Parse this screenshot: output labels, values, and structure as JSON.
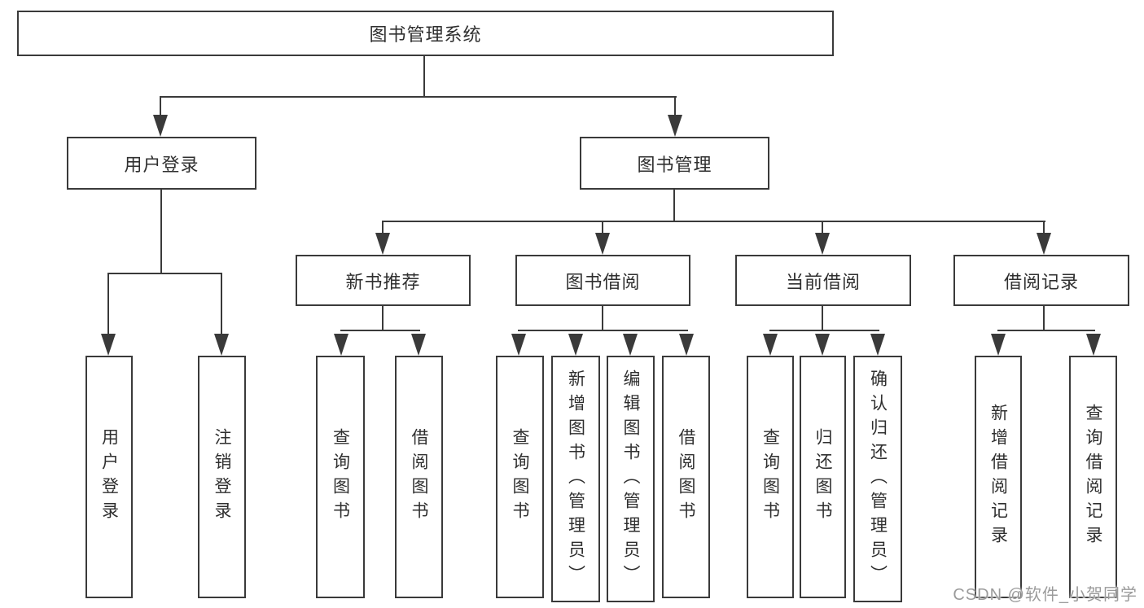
{
  "diagram": {
    "title": {
      "label": "图书管理系统"
    },
    "user_login": {
      "label": "用户登录",
      "children": [
        "用户登录",
        "注销登录"
      ]
    },
    "book_mgmt": {
      "label": "图书管理"
    },
    "sections": [
      {
        "label": "新书推荐",
        "children": [
          "查询图书",
          "借阅图书"
        ]
      },
      {
        "label": "图书借阅",
        "children": [
          "查询图书",
          "新增图书（管理员）",
          "编辑图书（管理员）",
          "借阅图书"
        ]
      },
      {
        "label": "当前借阅",
        "children": [
          "查询图书",
          "归还图书",
          "确认归还（管理员）"
        ]
      },
      {
        "label": "借阅记录",
        "children": [
          "新增借阅记录",
          "查询借阅记录"
        ]
      }
    ]
  },
  "watermark": {
    "text": "CSDN @软件_小贺同学"
  },
  "colors": {
    "line": "#3a3a3a",
    "text": "#2f2f2f",
    "background": "#ffffff",
    "watermark": "#9b9b9b"
  }
}
